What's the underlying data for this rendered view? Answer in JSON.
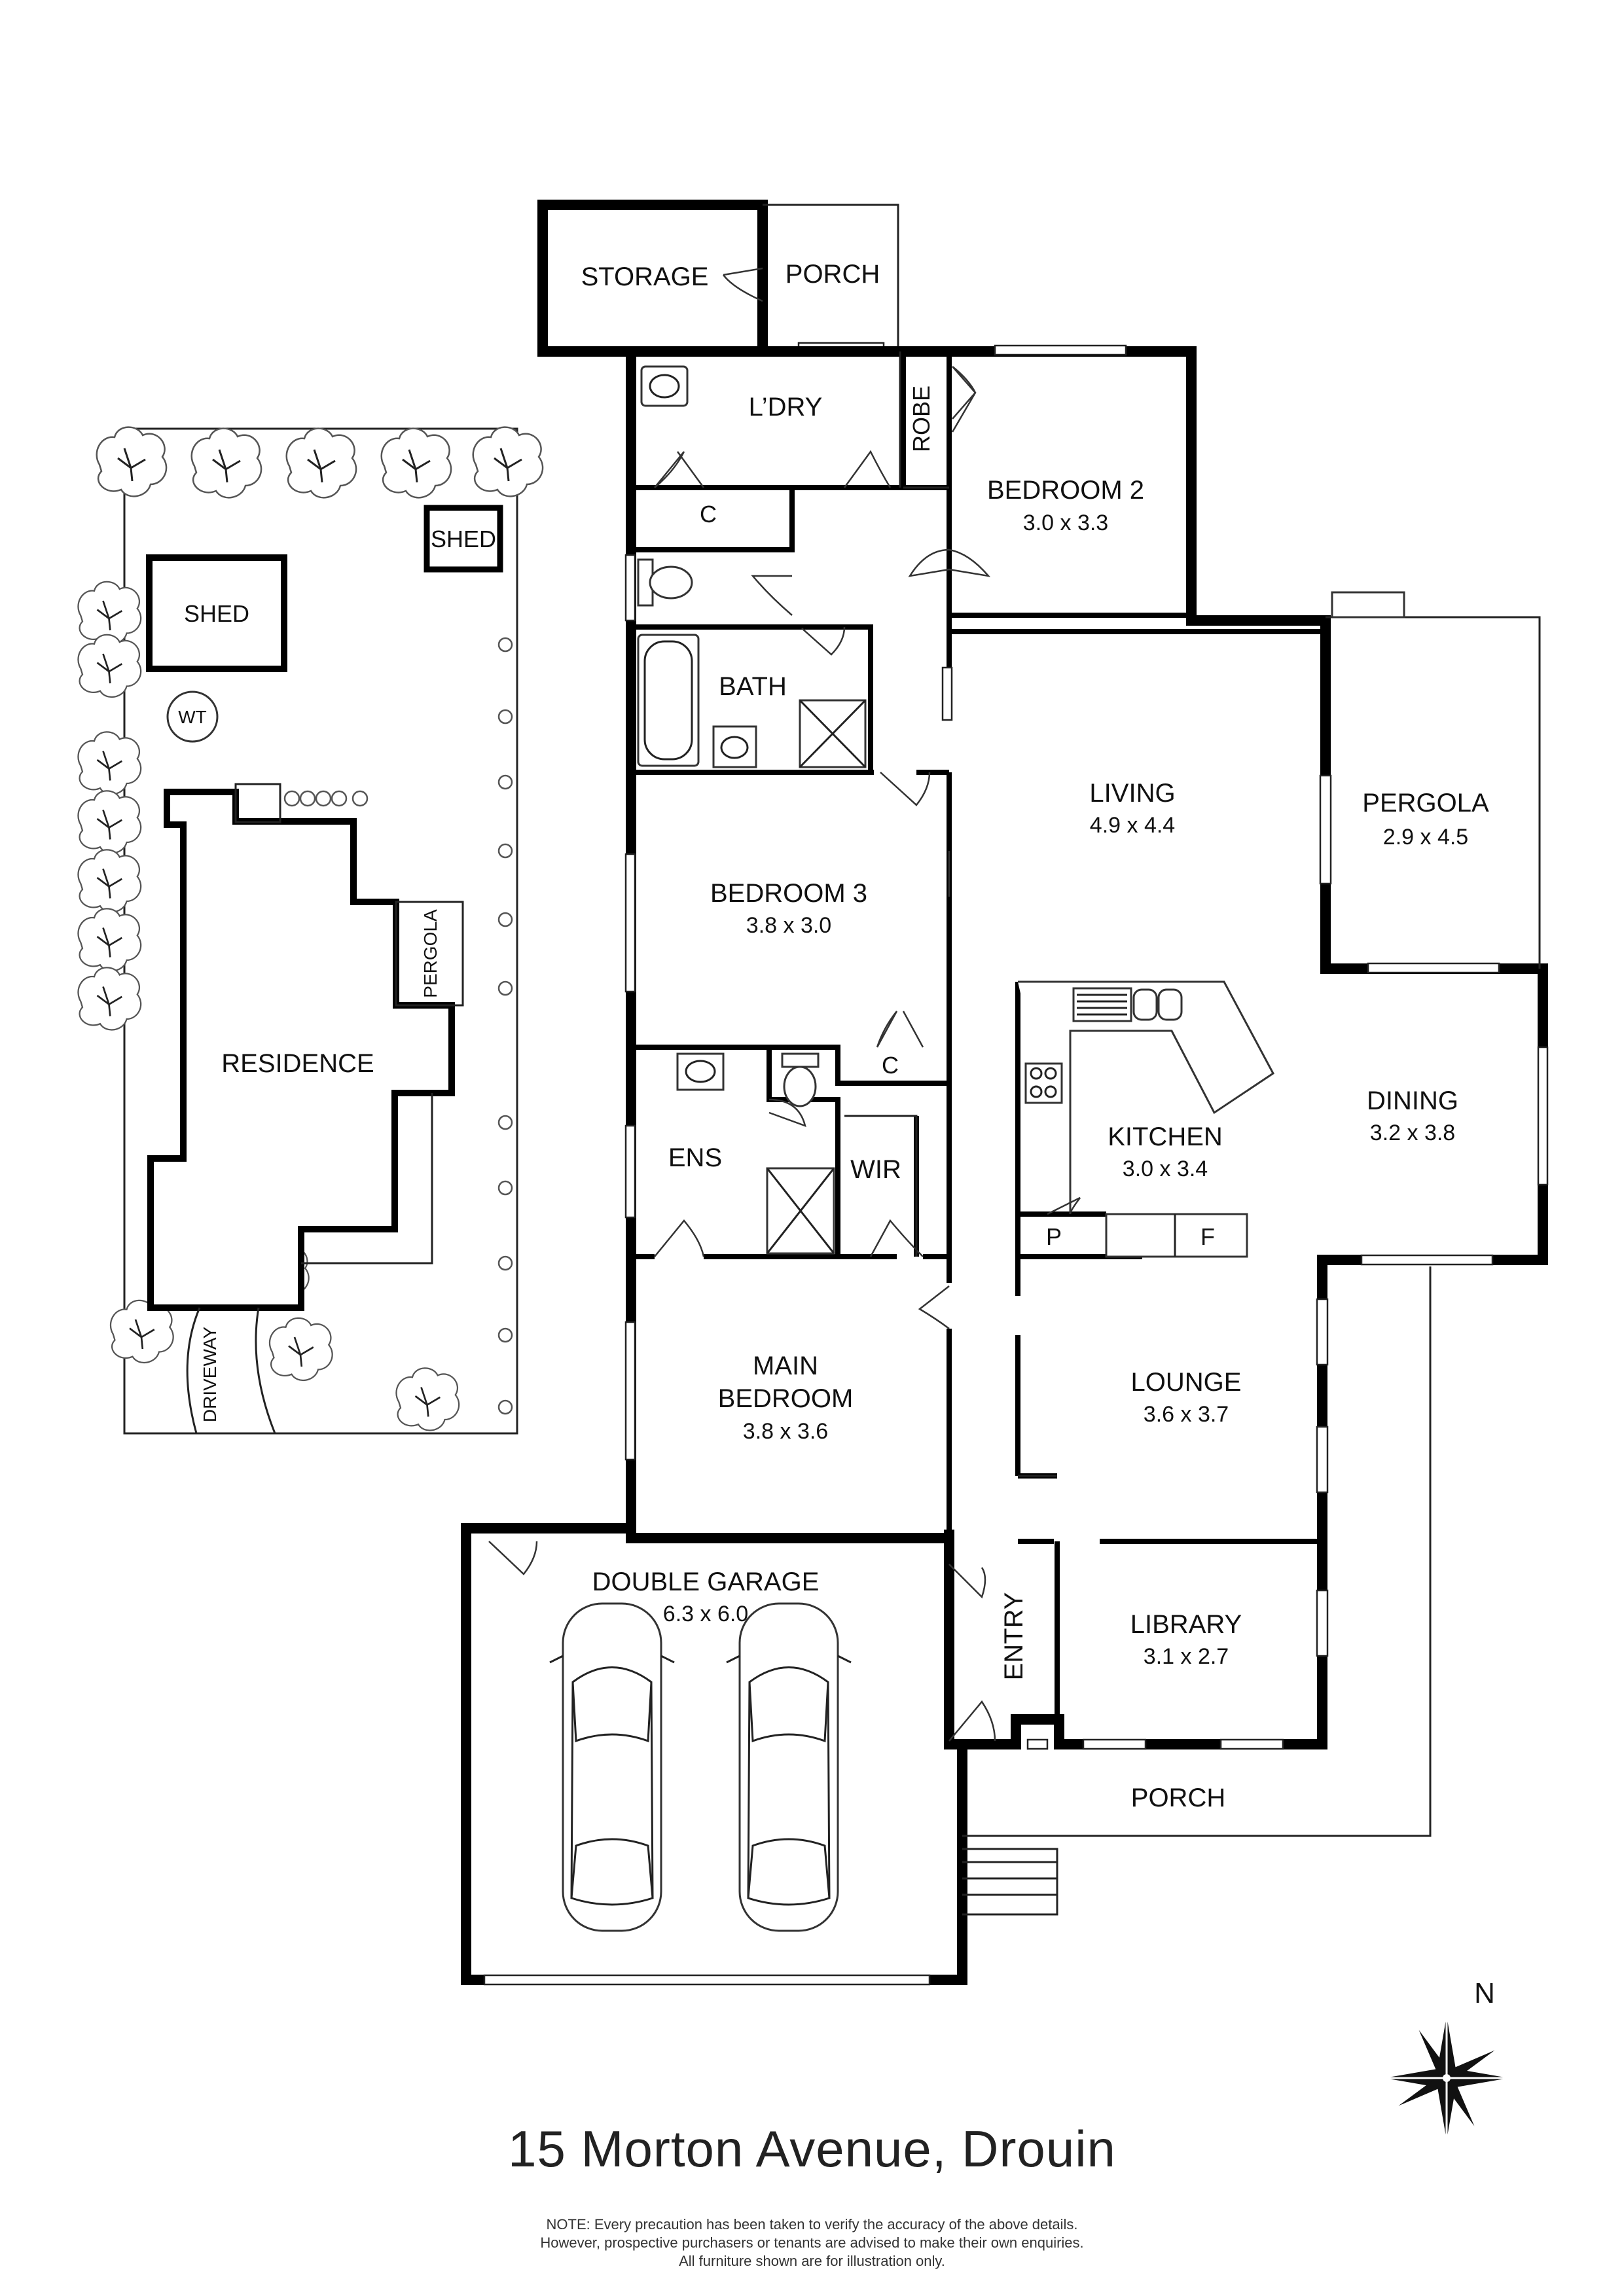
{
  "address": "15 Morton Avenue, Drouin",
  "note": [
    "NOTE: Every precaution has been taken to verify the accuracy of the above details.",
    "However, prospective purchasers or tenants are advised to make their own enquiries.",
    "All furniture shown are for illustration only."
  ],
  "compass": "N",
  "rooms": {
    "storage": "STORAGE",
    "porch_rear": "PORCH",
    "laundry": "L’DRY",
    "laundry_cupboard": "C",
    "robe": "ROBE",
    "bedroom2": {
      "name": "BEDROOM 2",
      "dim": "3.0 x 3.3"
    },
    "bath": "BATH",
    "living": {
      "name": "LIVING",
      "dim": "4.9 x 4.4"
    },
    "pergola": {
      "name": "PERGOLA",
      "dim": "2.9 x 4.5"
    },
    "bedroom3": {
      "name": "BEDROOM 3",
      "dim": "3.8 x 3.0"
    },
    "bedroom3_cupboard": "C",
    "ens": "ENS",
    "wir": "WIR",
    "kitchen": {
      "name": "KITCHEN",
      "dim": "3.0 x 3.4"
    },
    "pantry": "P",
    "fridge": "F",
    "dining": {
      "name": "DINING",
      "dim": "3.2 x 3.8"
    },
    "main_bedroom": {
      "name1": "MAIN",
      "name2": "BEDROOM",
      "dim": "3.8 x 3.6"
    },
    "lounge": {
      "name": "LOUNGE",
      "dim": "3.6 x 3.7"
    },
    "library": {
      "name": "LIBRARY",
      "dim": "3.1 x 2.7"
    },
    "entry": "ENTRY",
    "garage": {
      "name": "DOUBLE GARAGE",
      "dim": "6.3 x 6.0"
    },
    "porch_front": "PORCH"
  },
  "site": {
    "shed_large": "SHED",
    "shed_small": "SHED",
    "water_tank": "WT",
    "residence": "RESIDENCE",
    "pergola": "PERGOLA",
    "driveway": "DRIVEWAY"
  }
}
